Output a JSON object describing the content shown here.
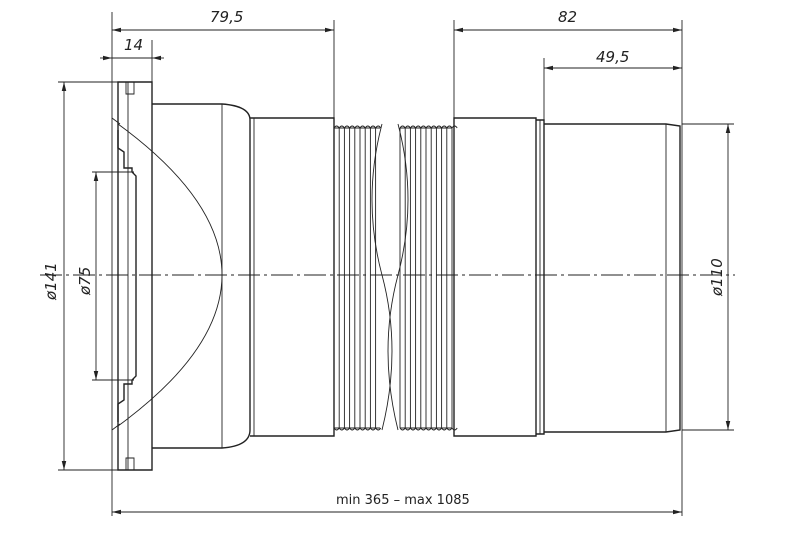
{
  "dimensions": {
    "flange_to_sleeve_length": "79,5",
    "flange_thickness": "14",
    "outlet_sleeve_length": "82",
    "outlet_pipe_length": "49,5",
    "flange_diameter": "ø141",
    "inner_diameter": "ø75",
    "outlet_diameter": "ø110",
    "overall_length_range": "min 365 – max 1085"
  },
  "colors": {
    "line": "#222222",
    "background": "#ffffff"
  }
}
